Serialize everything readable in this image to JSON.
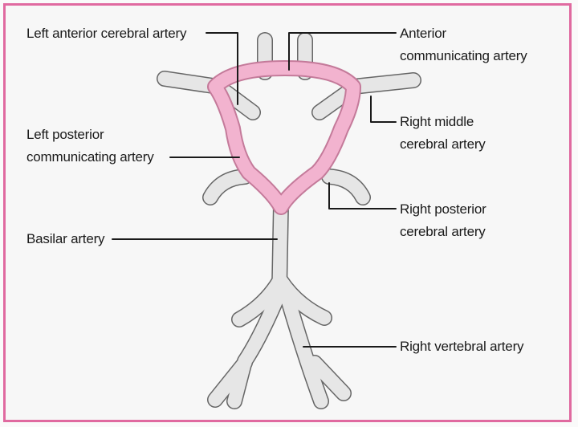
{
  "title": "Circle of Willis",
  "colors": {
    "border": "#e06aa0",
    "pink": "#f2b3cf",
    "vessel": "#e4e4e4",
    "outline": "#555555"
  },
  "labels": {
    "left_anterior_cerebral": "Left anterior cerebral artery",
    "anterior_communicating_1": "Anterior",
    "anterior_communicating_2": "communicating artery",
    "left_posterior_communicating_1": "Left posterior",
    "left_posterior_communicating_2": "communicating artery",
    "right_middle_cerebral_1": "Right middle",
    "right_middle_cerebral_2": "cerebral artery",
    "right_posterior_cerebral_1": "Right posterior",
    "right_posterior_cerebral_2": "cerebral artery",
    "basilar": "Basilar artery",
    "right_vertebral": "Right vertebral artery"
  }
}
